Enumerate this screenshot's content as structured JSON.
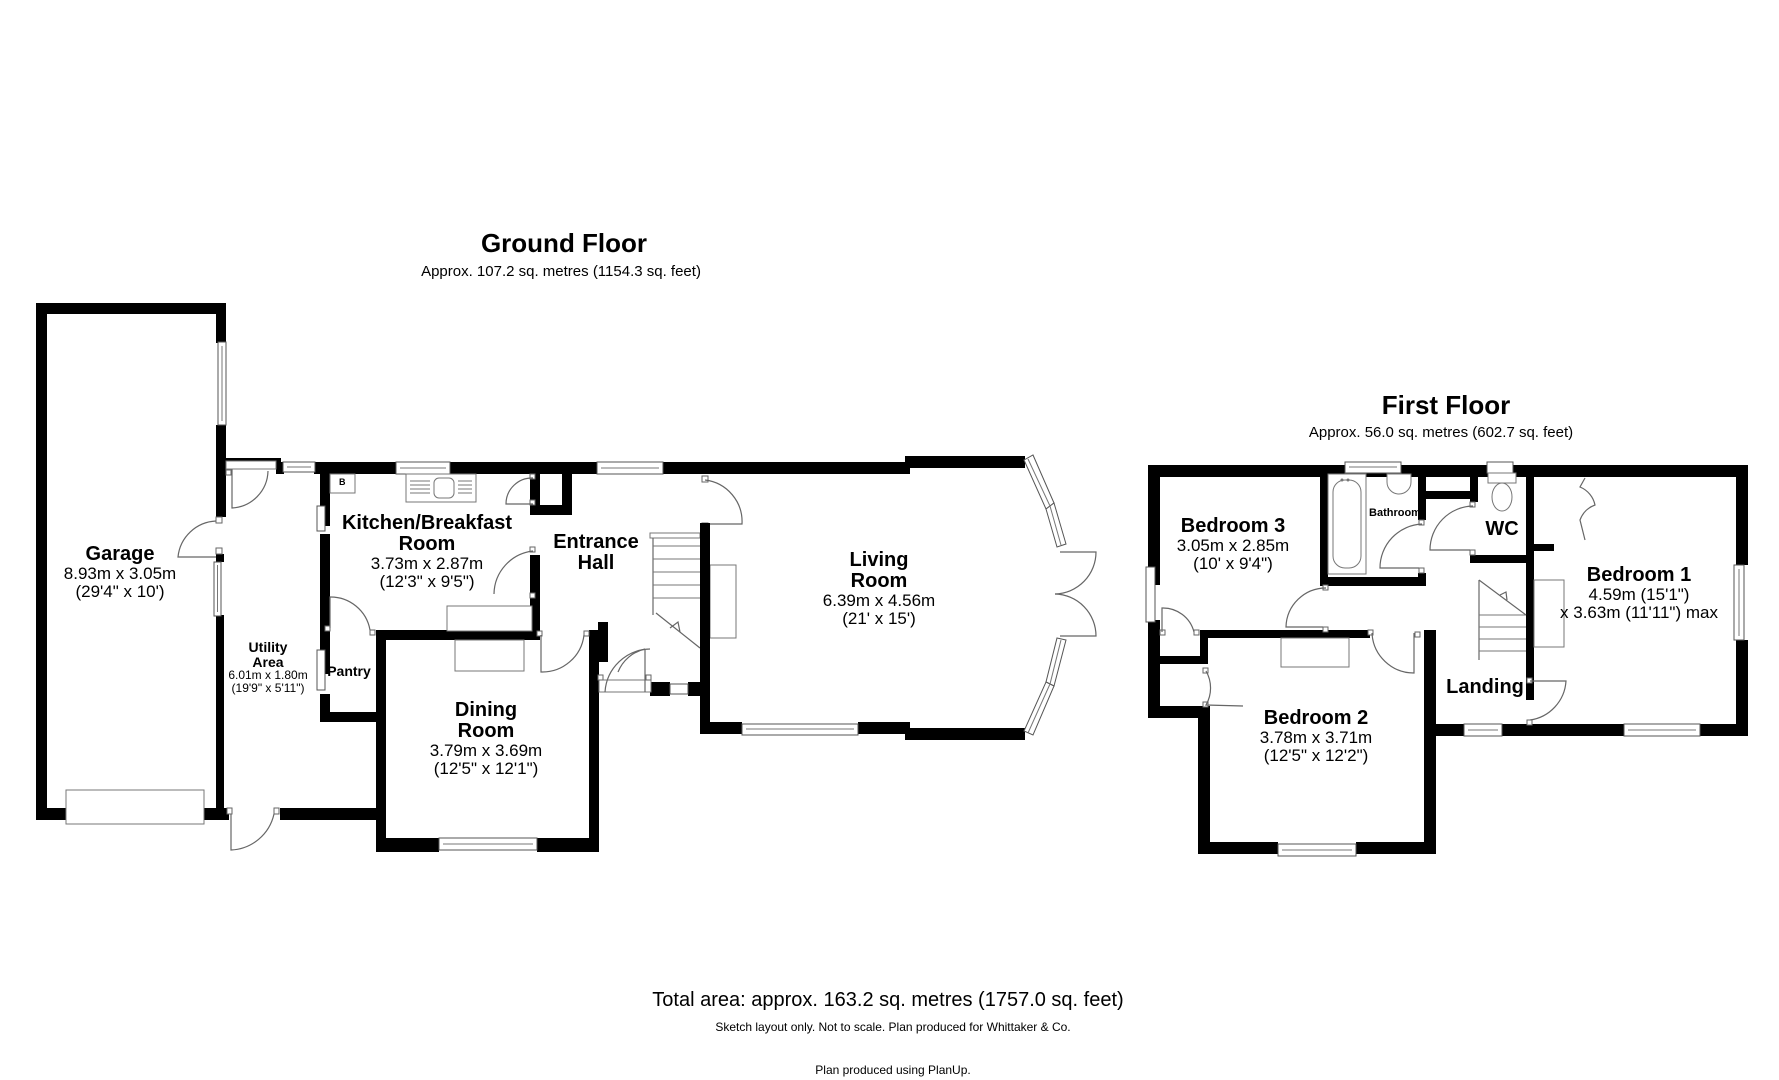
{
  "ground_floor": {
    "title": "Ground Floor",
    "area": "Approx. 107.2 sq. metres (1154.3 sq. feet)",
    "rooms": [
      {
        "name": "Garage",
        "dim_metric": "8.93m x 3.05m",
        "dim_imperial": "(29'4\" x 10')"
      },
      {
        "name_line1": "Utility",
        "name_line2": "Area",
        "dim_metric": "6.01m x 1.80m",
        "dim_imperial": "(19'9\" x 5'11\")"
      },
      {
        "name_line1": "Kitchen/Breakfast",
        "name_line2": "Room",
        "dim_metric": "3.73m x 2.87m",
        "dim_imperial": "(12'3\" x 9'5\")"
      },
      {
        "name": "Pantry"
      },
      {
        "name_line1": "Entrance",
        "name_line2": "Hall"
      },
      {
        "name_line1": "Dining",
        "name_line2": "Room",
        "dim_metric": "3.79m x 3.69m",
        "dim_imperial": "(12'5\" x 12'1\")"
      },
      {
        "name_line1": "Living",
        "name_line2": "Room",
        "dim_metric": "6.39m x 4.56m",
        "dim_imperial": "(21' x 15')"
      }
    ],
    "boiler_label": "B"
  },
  "first_floor": {
    "title": "First Floor",
    "area": "Approx. 56.0 sq. metres (602.7 sq. feet)",
    "rooms": [
      {
        "name": "Bedroom 3",
        "dim_metric": "3.05m x 2.85m",
        "dim_imperial": "(10' x 9'4\")"
      },
      {
        "name": "Bathroom"
      },
      {
        "name": "WC"
      },
      {
        "name": "Bedroom 1",
        "dim_line1": "4.59m (15'1\")",
        "dim_line2": "x 3.63m (11'11\") max"
      },
      {
        "name": "Bedroom 2",
        "dim_metric": "3.78m x 3.71m",
        "dim_imperial": "(12'5\" x 12'2\")"
      },
      {
        "name": "Landing"
      }
    ]
  },
  "footer": {
    "total_area": "Total area: approx. 163.2 sq. metres (1757.0 sq. feet)",
    "disclaimer": "Sketch layout only. Not to scale. Plan produced for Whittaker & Co.",
    "credit": "Plan produced using PlanUp."
  },
  "colors": {
    "wall": "#000000",
    "background": "#ffffff",
    "fixture_line": "#777777"
  }
}
